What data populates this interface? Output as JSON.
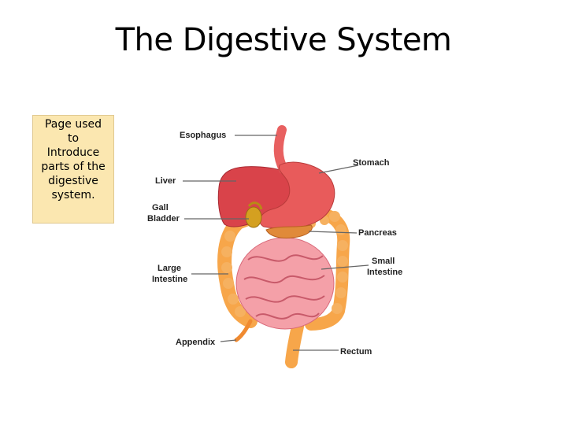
{
  "title": "The Digestive System",
  "note": {
    "lines": [
      "Page used",
      "to",
      "Introduce",
      "parts of the",
      "digestive",
      "system."
    ]
  },
  "diagram": {
    "labels": {
      "esophagus": "Esophagus",
      "stomach": "Stomach",
      "liver": "Liver",
      "gall_bladder_1": "Gall",
      "gall_bladder_2": "Bladder",
      "pancreas": "Pancreas",
      "large_intestine_1": "Large",
      "large_intestine_2": "Intestine",
      "small_intestine_1": "Small",
      "small_intestine_2": "Intestine",
      "appendix": "Appendix",
      "rectum": "Rectum"
    },
    "colors": {
      "liver": "#d9434a",
      "stomach": "#e85b5b",
      "large_intestine": "#f7a64a",
      "small_intestine": "#f4a0a8",
      "gall_bladder": "#d4a020",
      "pancreas": "#e08a3a",
      "leader_line": "#666666"
    }
  }
}
